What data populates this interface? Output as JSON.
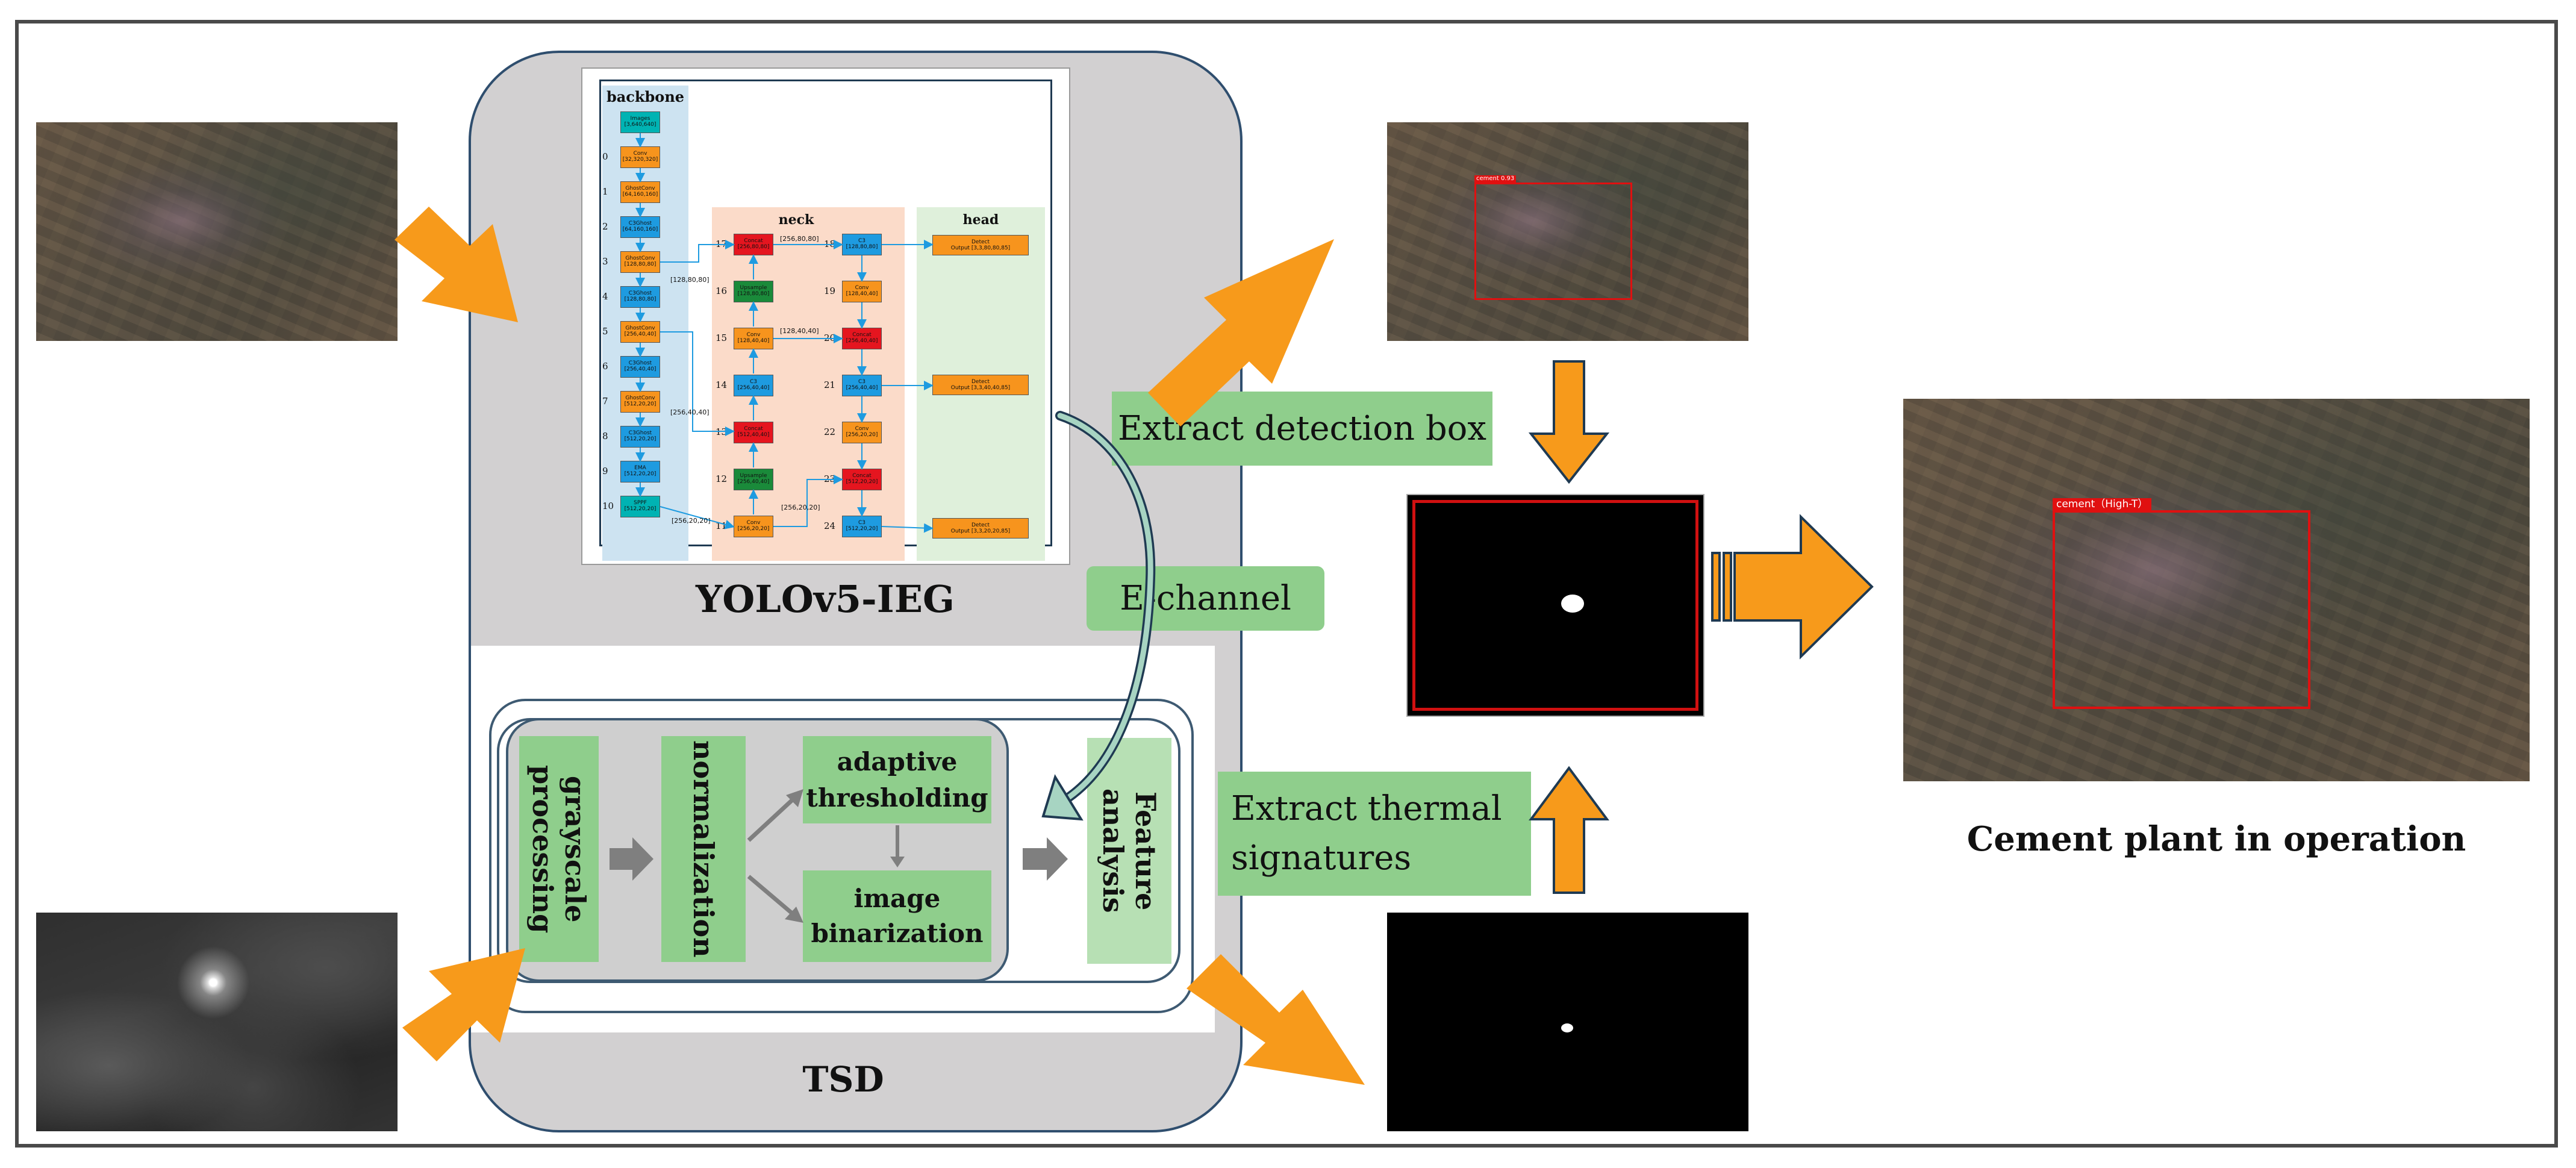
{
  "colors": {
    "accent_arrow": "#f79a1b",
    "green_box": "#8fce8c",
    "panel_gray": "#d2d0d1",
    "det_box_red": "#e01010"
  },
  "yolo": {
    "title": "YOLOv5-IEG",
    "backbone_label": "backbone",
    "neck_label": "neck",
    "head_label": "head",
    "backbone_blocks": [
      {
        "idx": "",
        "name": "Images",
        "dims": "[3,640,640]"
      },
      {
        "idx": "0",
        "name": "Conv",
        "dims": "[32,320,320]"
      },
      {
        "idx": "1",
        "name": "GhostConv",
        "dims": "[64,160,160]"
      },
      {
        "idx": "2",
        "name": "C3Ghost",
        "dims": "[64,160,160]"
      },
      {
        "idx": "3",
        "name": "GhostConv",
        "dims": "[128,80,80]"
      },
      {
        "idx": "4",
        "name": "C3Ghost",
        "dims": "[128,80,80]"
      },
      {
        "idx": "5",
        "name": "GhostConv",
        "dims": "[256,40,40]"
      },
      {
        "idx": "6",
        "name": "C3Ghost",
        "dims": "[256,40,40]"
      },
      {
        "idx": "7",
        "name": "GhostConv",
        "dims": "[512,20,20]"
      },
      {
        "idx": "8",
        "name": "C3Ghost",
        "dims": "[512,20,20]"
      },
      {
        "idx": "9",
        "name": "EMA",
        "dims": "[512,20,20]"
      },
      {
        "idx": "10",
        "name": "SPPF",
        "dims": "[512,20,20]"
      }
    ],
    "neck_left": [
      {
        "idx": "17",
        "name": "Concat",
        "dims": "[256,80,80]"
      },
      {
        "idx": "16",
        "name": "Upsample",
        "dims": "[128,80,80]"
      },
      {
        "idx": "15",
        "name": "Conv",
        "dims": "[128,40,40]"
      },
      {
        "idx": "14",
        "name": "C3",
        "dims": "[256,40,40]"
      },
      {
        "idx": "13",
        "name": "Concat",
        "dims": "[512,40,40]"
      },
      {
        "idx": "12",
        "name": "Upsample",
        "dims": "[256,40,40]"
      },
      {
        "idx": "11",
        "name": "Conv",
        "dims": "[256,20,20]"
      }
    ],
    "neck_right": [
      {
        "idx": "18",
        "name": "C3",
        "dims": "[128,80,80]"
      },
      {
        "idx": "19",
        "name": "Conv",
        "dims": "[128,40,40]"
      },
      {
        "idx": "20",
        "name": "Concat",
        "dims": "[256,40,40]"
      },
      {
        "idx": "21",
        "name": "C3",
        "dims": "[256,40,40]"
      },
      {
        "idx": "22",
        "name": "Conv",
        "dims": "[256,20,20]"
      },
      {
        "idx": "23",
        "name": "Concat",
        "dims": "[512,20,20]"
      },
      {
        "idx": "24",
        "name": "C3",
        "dims": "[512,20,20]"
      }
    ],
    "head_blocks": [
      {
        "name": "Detect",
        "dims": "Output [3,3,80,80,85]"
      },
      {
        "name": "Detect",
        "dims": "Output [3,3,40,40,85]"
      },
      {
        "name": "Detect",
        "dims": "Output [3,3,20,20,85]"
      }
    ],
    "edge_labels": {
      "e4": "[128,80,80]",
      "e6": "[256,40,40]",
      "e10": "[256,20,20]",
      "e1718": "[256,80,80]",
      "e1520": "[128,40,40]",
      "e1223": "[256,20,20]"
    }
  },
  "tsd": {
    "title": "TSD",
    "steps": {
      "grayscale": "grayscale processing",
      "normalization": "normalization",
      "adaptive": "adaptive thresholding",
      "binarization": "image binarization",
      "feature": "Feature analysis"
    }
  },
  "labels": {
    "extract_box": "Extract detection box",
    "echannel": "E-channel",
    "extract_thermal": "Extract thermal signatures",
    "result_caption": "Cement plant in operation",
    "detection_tag_small": "cement 0.93",
    "detection_tag_big": "cement（High-T）"
  }
}
